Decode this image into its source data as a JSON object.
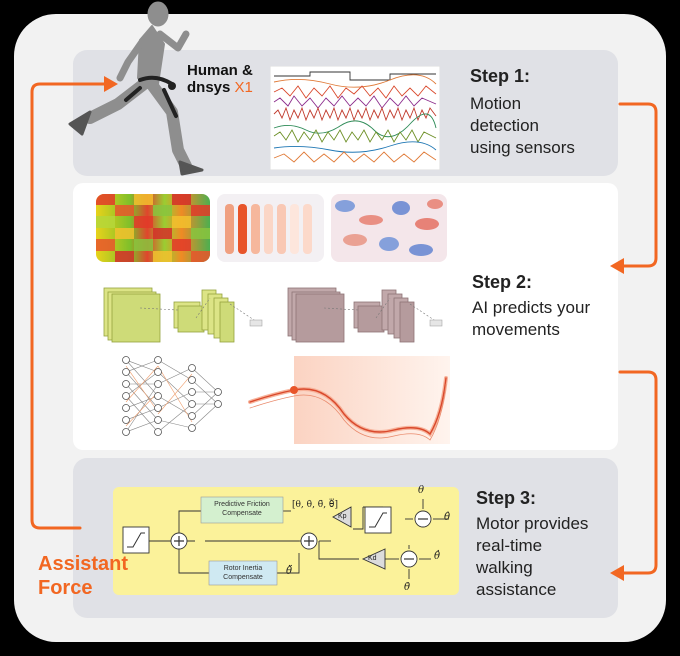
{
  "brand": {
    "line1": "Human &",
    "line2": "dnsys",
    "x1": "X1"
  },
  "steps": [
    {
      "title": "Step 1:",
      "lines": [
        "Motion",
        "detection",
        "using sensors"
      ]
    },
    {
      "title": "Step 2:",
      "lines": [
        "AI predicts your",
        "movements"
      ]
    },
    {
      "title": "Step 3:",
      "lines": [
        "Motor provides",
        "real-time",
        "walking",
        "assistance"
      ]
    }
  ],
  "assistant_force": [
    "Assistant",
    "Force"
  ],
  "control": {
    "friction": [
      "Predictive Friction",
      "Compensate"
    ],
    "inertia": [
      "Rotor Inertia",
      "Compensate"
    ],
    "state_vector": "[θ, θ̇, θ̈, θ⃛]",
    "kp": "Kp",
    "kd": "Kd",
    "theta": "θ",
    "theta_hat": "θ̂",
    "theta_dot": "θ̇",
    "theta_hat_dot": "θ̂̇",
    "theta_ddot_hat": "θ̂̈"
  },
  "colors": {
    "accent": "#f26722",
    "panel": "#e0e1e6",
    "control_bg": "#fbf29a"
  }
}
